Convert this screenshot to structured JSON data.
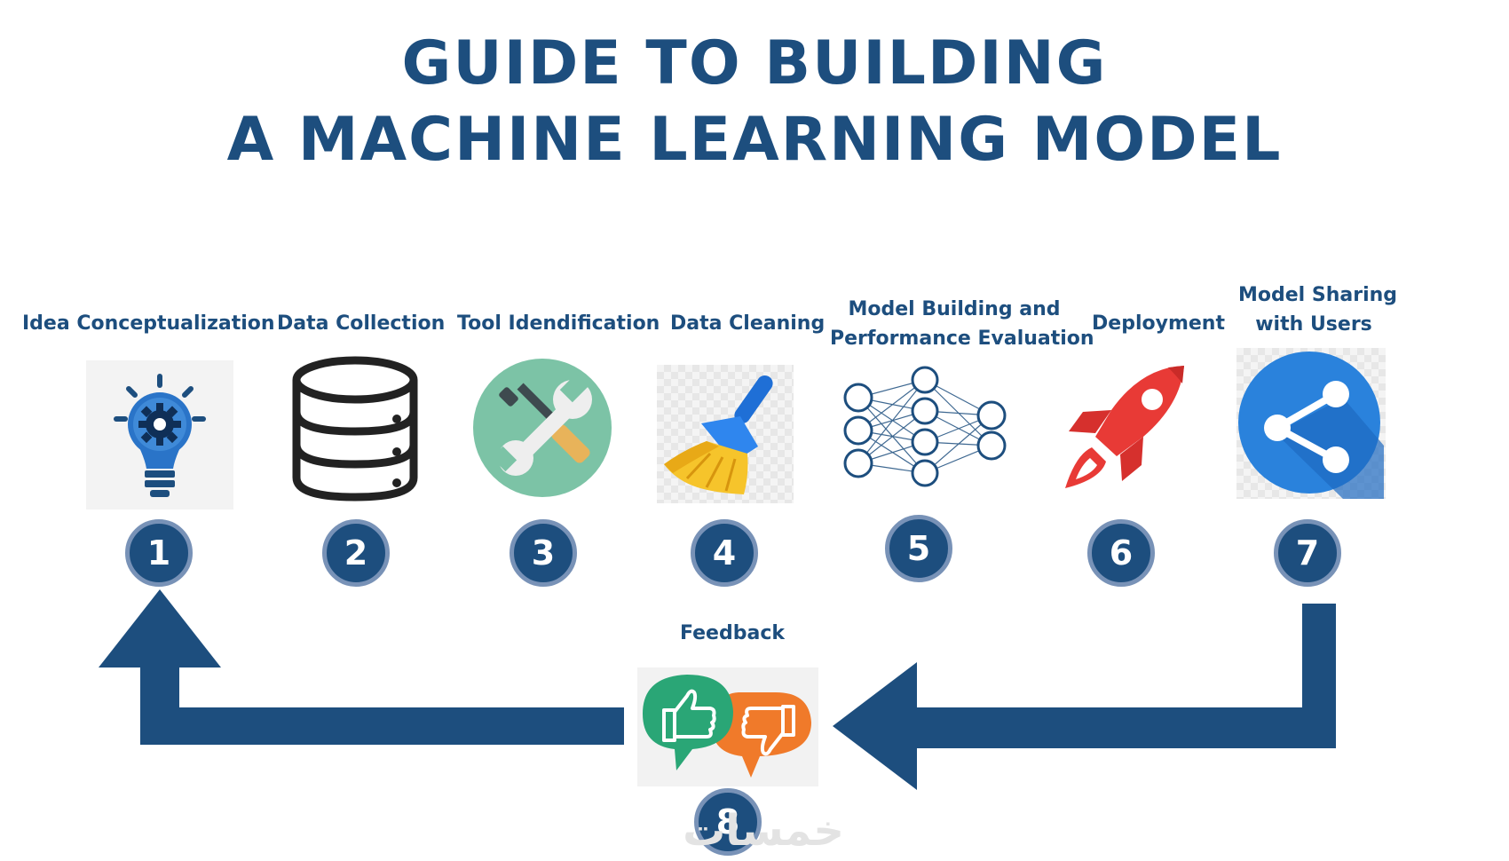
{
  "title": {
    "line1": "GUIDE TO BUILDING",
    "line2": "A MACHINE LEARNING MODEL"
  },
  "colors": {
    "primary": "#1d4e7e",
    "badge_border": "#7892b7"
  },
  "steps": [
    {
      "number": "1",
      "label": [
        "Idea Conceptualization"
      ],
      "icon": "lightbulb-gear-icon"
    },
    {
      "number": "2",
      "label": [
        "Data Collection"
      ],
      "icon": "database-icon"
    },
    {
      "number": "3",
      "label": [
        "Tool Idendification"
      ],
      "icon": "wrench-screwdriver-icon"
    },
    {
      "number": "4",
      "label": [
        "Data Cleaning"
      ],
      "icon": "broom-icon"
    },
    {
      "number": "5",
      "label": [
        "Model Building and",
        "Performance Evaluation"
      ],
      "icon": "neural-network-icon"
    },
    {
      "number": "6",
      "label": [
        "Deployment"
      ],
      "icon": "rocket-icon"
    },
    {
      "number": "7",
      "label": [
        "Model Sharing",
        "with Users"
      ],
      "icon": "share-icon"
    }
  ],
  "feedback": {
    "label": "Feedback",
    "number": "8",
    "icon": "thumbs-up-down-icon"
  },
  "watermark": "خمسات"
}
